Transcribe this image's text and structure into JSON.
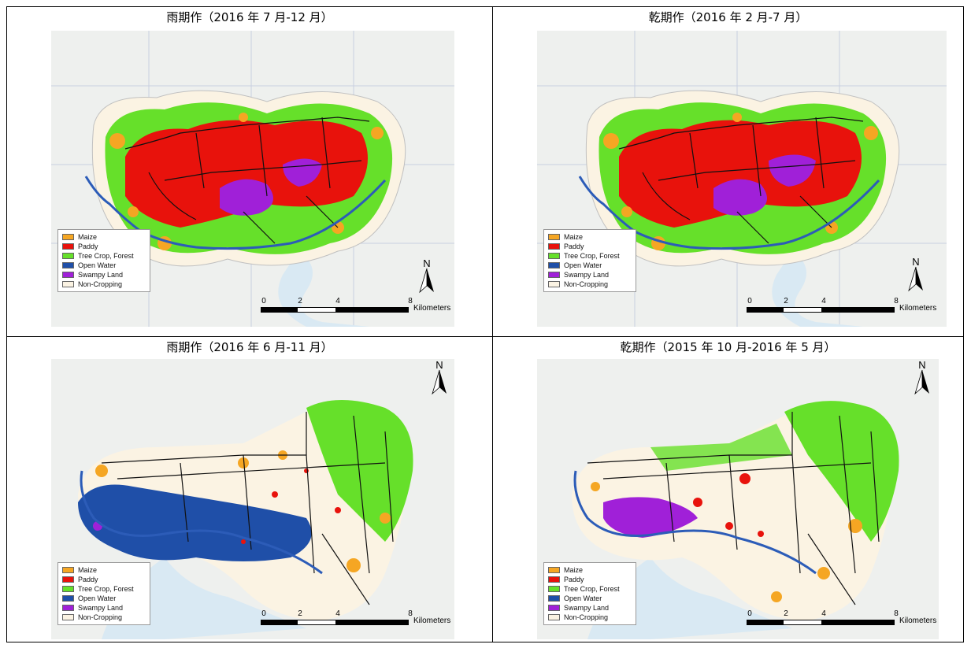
{
  "panels": [
    {
      "title": "雨期作（2016 年 7 月-12 月）",
      "legend": [
        "Maize",
        "Paddy",
        "Tree Crop, Forest",
        "Open Water",
        "Swampy Land",
        "Non-Cropping"
      ],
      "scale": {
        "ticks": [
          "0",
          "2",
          "4",
          "8"
        ],
        "unit": "Kilometers"
      },
      "north": "N"
    },
    {
      "title": "乾期作（2016 年 2 月-7 月）",
      "legend": [
        "Maize",
        "Paddy",
        "Tree Crop, Forest",
        "Open Water",
        "Swampy Land",
        "Non-Cropping"
      ],
      "scale": {
        "ticks": [
          "0",
          "2",
          "4",
          "8"
        ],
        "unit": "Kilometers"
      },
      "north": "N"
    },
    {
      "title": "雨期作（2016 年 6 月-11 月）",
      "legend": [
        "Maize",
        "Paddy",
        "Tree Crop, Forest",
        "Open Water",
        "Swampy Land",
        "Non-Cropping"
      ],
      "scale": {
        "ticks": [
          "0",
          "2",
          "4",
          "8"
        ],
        "unit": "Kilometers"
      },
      "north": "N"
    },
    {
      "title": "乾期作（2015 年 10 月-2016 年 5 月）",
      "legend": [
        "Maize",
        "Paddy",
        "Tree Crop, Forest",
        "Open Water",
        "Swampy Land",
        "Non-Cropping"
      ],
      "scale": {
        "ticks": [
          "0",
          "2",
          "4",
          "8"
        ],
        "unit": "Kilometers"
      },
      "north": "N"
    }
  ],
  "legend_colors": {
    "Maize": "#f5a623",
    "Paddy": "#e8120c",
    "Tree Crop, Forest": "#66e02a",
    "Open Water": "#1f4fa8",
    "Swampy Land": "#a020d8",
    "Non-Cropping": "#fbf3e3"
  },
  "basemap_colors": {
    "background": "#eef0ee",
    "water": "#cfe6f2",
    "river": "#2c5cb8",
    "boundary": "#111111"
  }
}
